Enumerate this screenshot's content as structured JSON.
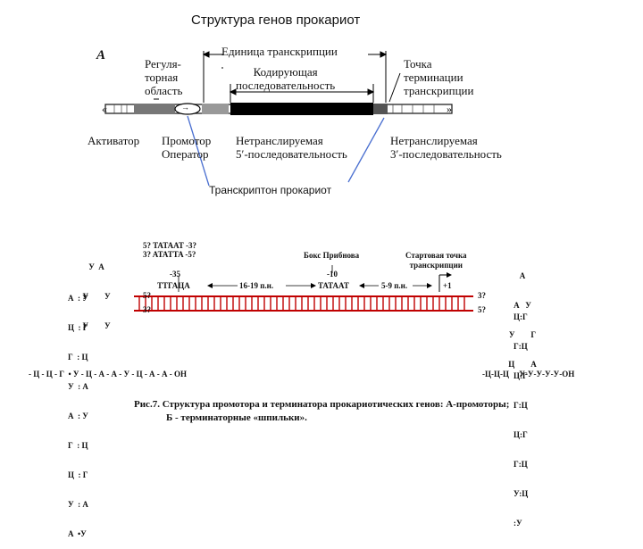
{
  "title": "Структура  генов  прокариот",
  "top_diagram": {
    "panel_letter": "A",
    "transcription_unit": "Единица транскрипции",
    "regulatory_region": [
      "Регуля-",
      "торная",
      "область"
    ],
    "coding_sequence": [
      "Кодирующая",
      "последовательность"
    ],
    "termination_point": [
      "Точка",
      "терминации",
      "транскрипции"
    ],
    "activator": "Активатор",
    "promoter": "Промотор",
    "operator": "Оператор",
    "utr5": [
      "Нетранслируемая",
      "5′-последовательность"
    ],
    "utr3": [
      "Нетранслируемая",
      "3′-последовательность"
    ],
    "operator_mark": "→",
    "caption": "Транскриптон прокариот"
  },
  "promoter_diagram": {
    "seq_top_1": "5? TATAAT -3?",
    "seq_top_2": "3? ATATTA -5?",
    "pribnow_box": "Бокс Прибнова",
    "start_point": [
      "Стартовая точка",
      "транскрипции"
    ],
    "pos_minus35": "-35",
    "pos_minus10": "-10",
    "pos_plus1": "+1",
    "box35": "TTГАЦА",
    "box10": "TATAAT",
    "spacer1": "16-19 п.н.",
    "spacer2": "5-9 п.н.",
    "end_5_left": "5?",
    "end_3_left": "3?",
    "end_3_right": "3?",
    "end_5_right": "5?"
  },
  "hairpin_left": {
    "loop": [
      "У  А",
      "У        У",
      "У        У"
    ],
    "stem": [
      "А  : У",
      "Ц  : Г",
      "Г  : Ц",
      "У  : А",
      "А  : У",
      "Г  : Ц",
      "Ц  : Г",
      "У  : А",
      "А  •У"
    ],
    "tail": "- Ц - Ц - Г  • У - Ц - А - А - У - Ц - А - А - ОН"
  },
  "hairpin_right": {
    "loop": [
      "А",
      "А   У",
      "У        Г",
      "Ц        А"
    ],
    "stem": [
      "Ц:Г",
      "Г:Ц",
      "Ц:Г",
      "Г:Ц",
      "Ц:Г",
      "Г:Ц",
      "У:Ц",
      ":У"
    ],
    "tail": "-Ц-Ц-Ц     У-У-У-У-У-ОН"
  },
  "figure_caption": [
    "Рис.7. Структура промотора и терминатора прокариотических генов: А-промоторы;",
    "Б - терминаторные «шпильки»."
  ]
}
